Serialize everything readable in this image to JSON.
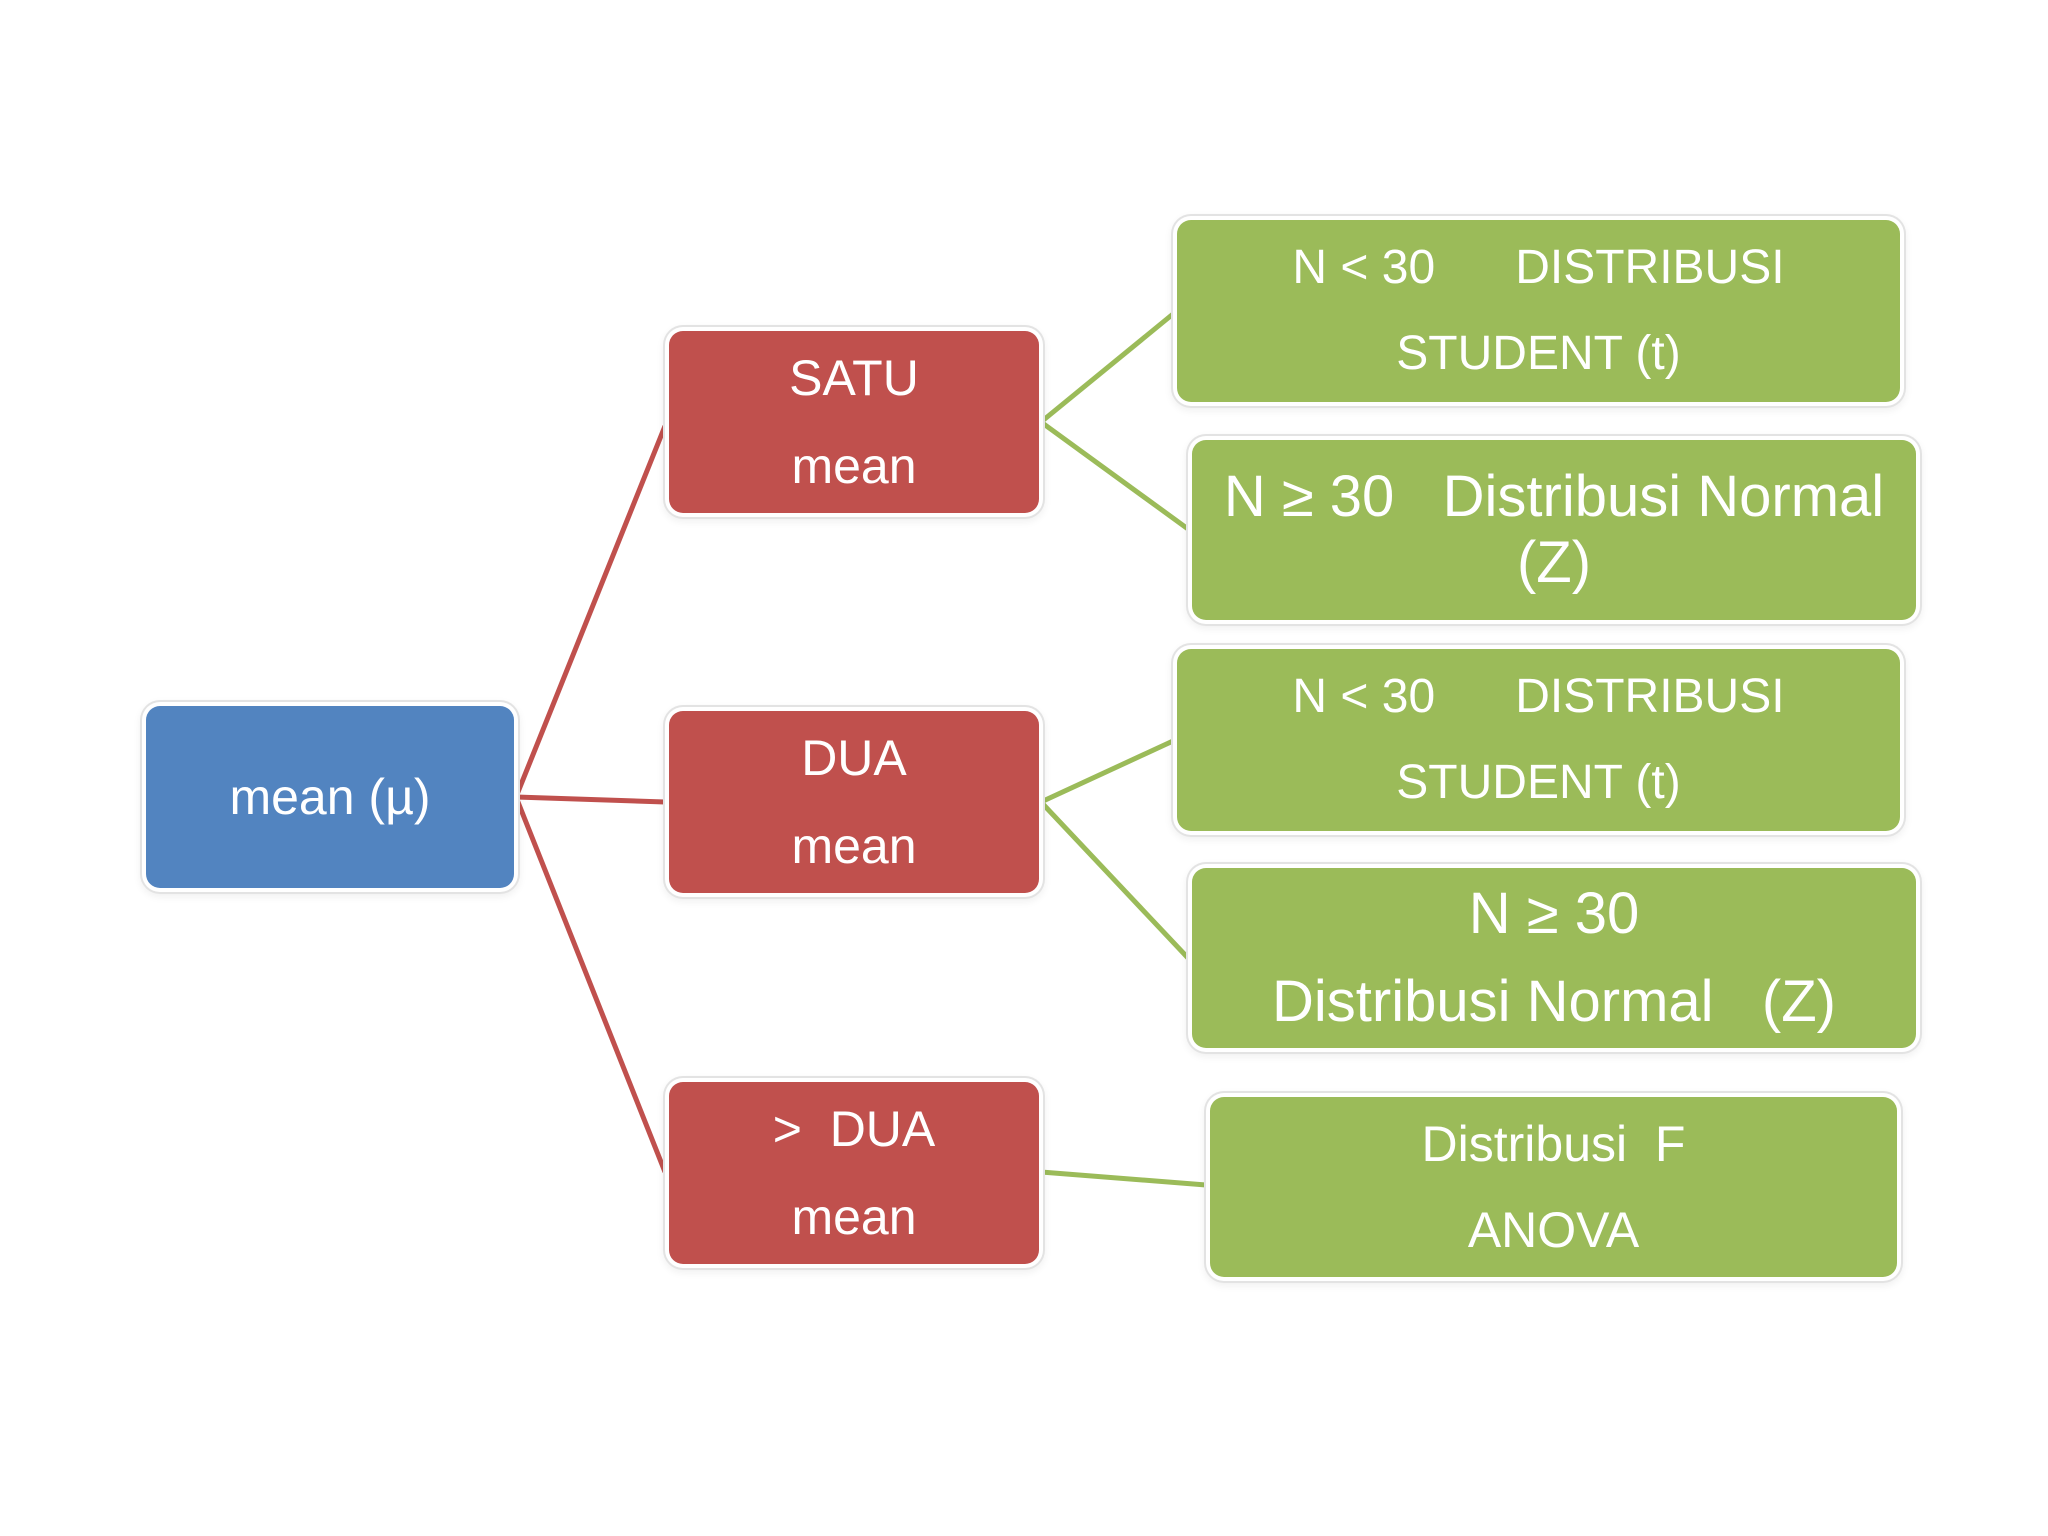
{
  "colors": {
    "root": "#5284c0",
    "mid": "#c0504d",
    "leaf": "#9bbb59",
    "mid_connector": "#c0504d",
    "leaf_connector": "#9bbb59"
  },
  "root": {
    "label": "mean (µ)"
  },
  "branches": [
    {
      "lines": [
        "SATU",
        "mean"
      ],
      "leaves": [
        {
          "lines": [
            "N < 30      DISTRIBUSI",
            "STUDENT (t)"
          ]
        },
        {
          "lines": [
            "N ≥ 30   Distribusi Normal",
            "(Z)"
          ]
        }
      ]
    },
    {
      "lines": [
        "DUA",
        "mean"
      ],
      "leaves": [
        {
          "lines": [
            "N < 30      DISTRIBUSI",
            "STUDENT (t)"
          ]
        },
        {
          "lines": [
            "N ≥ 30",
            "Distribusi Normal   (Z)"
          ]
        }
      ]
    },
    {
      "lines": [
        ">  DUA",
        "mean"
      ],
      "leaves": [
        {
          "lines": [
            "Distribusi  F",
            "ANOVA"
          ]
        }
      ]
    }
  ]
}
